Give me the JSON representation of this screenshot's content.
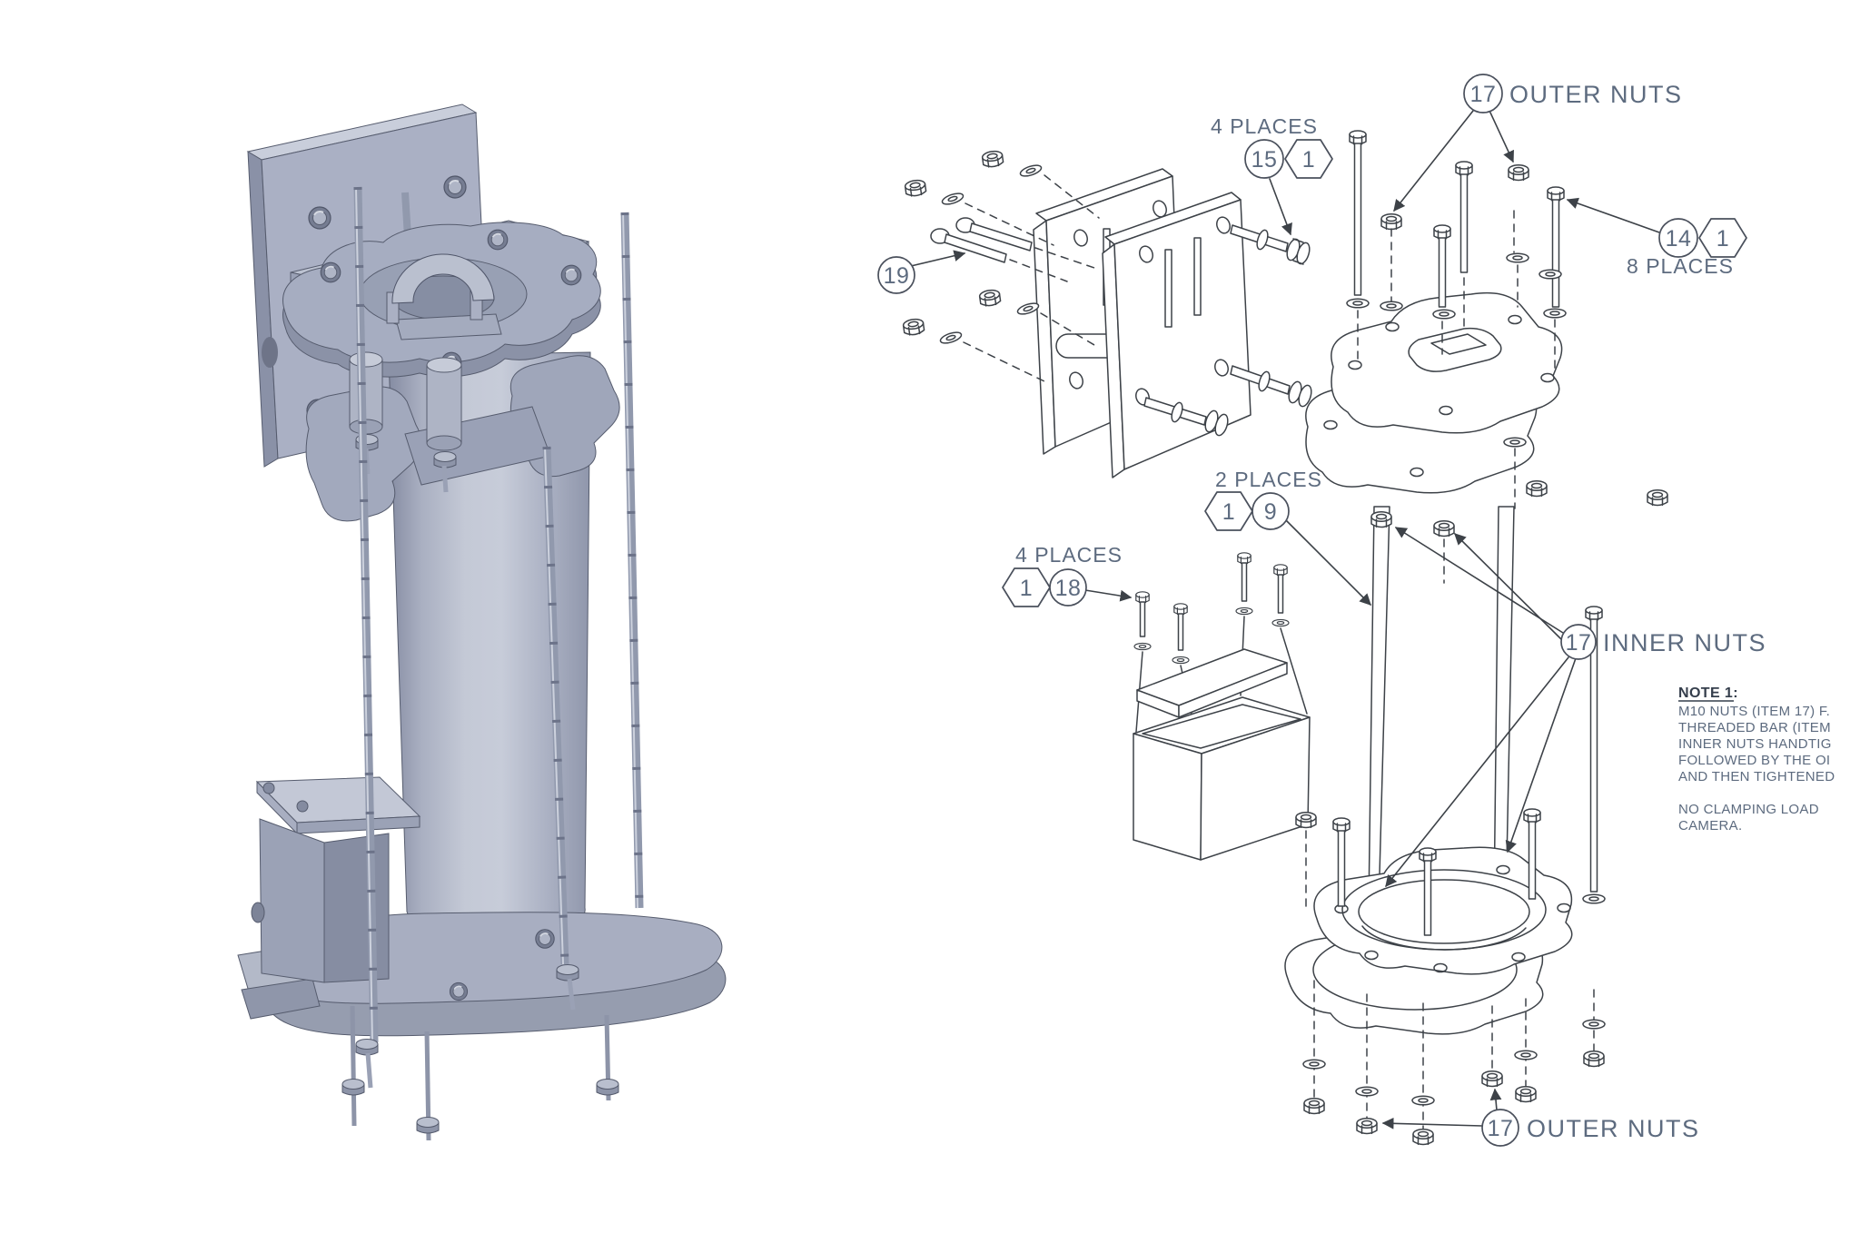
{
  "drawing": {
    "callouts": {
      "outer_nuts_top": {
        "num": "17",
        "label": "OUTER NUTS"
      },
      "inner_nuts": {
        "num": "17",
        "label": "INNER NUTS"
      },
      "outer_nuts_bottom": {
        "num": "17",
        "label": "OUTER NUTS"
      },
      "clamp_bolt": {
        "places": "4 PLACES",
        "item": "15",
        "assy": "1"
      },
      "cap_screw": {
        "places": "8 PLACES",
        "item": "14",
        "assy": "1"
      },
      "threaded_bar": {
        "places": "2 PLACES",
        "item": "9",
        "assy": "1"
      },
      "lid_screw": {
        "places": "4 PLACES",
        "item": "18",
        "assy": "1"
      },
      "plate_bolt": {
        "num": "19"
      }
    },
    "note": {
      "title": "NOTE 1:",
      "lines": [
        "M10 NUTS (ITEM 17) F.",
        "THREADED BAR (ITEM",
        "INNER NUTS HANDTIG",
        "FOLLOWED BY THE OI",
        "AND THEN TIGHTENED",
        "",
        "NO CLAMPING LOAD",
        "CAMERA."
      ]
    },
    "colors": {
      "line": "#3d4248",
      "text": "#5d6b7f",
      "shade_light": "#c9cedb",
      "shade_mid": "#aab0c4",
      "shade_dark": "#8b92a7"
    }
  }
}
